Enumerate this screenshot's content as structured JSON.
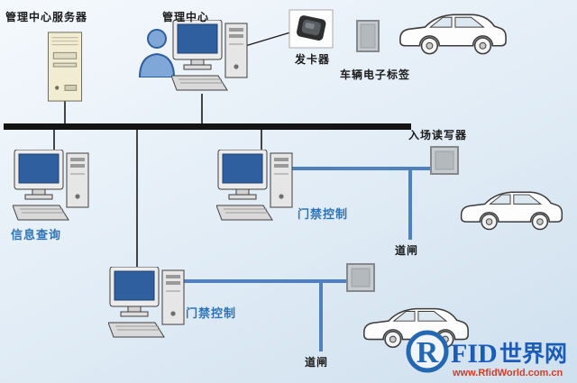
{
  "colors": {
    "background_top": "#f5f9fd",
    "background_bottom": "#cfe0ee",
    "bus_line": "#141414",
    "blue_line": "#4f81bd",
    "label_black": "#1a1a1a",
    "label_blue": "#2e74b5",
    "screen_blue": "#2f5f9e",
    "logo_blue": "#1b5cb8",
    "logo_red": "#d93a21"
  },
  "nodes": {
    "server": {
      "label": "管理中心服务器"
    },
    "management": {
      "label": "管理中心"
    },
    "card_issuer": {
      "label": "发卡器"
    },
    "vehicle_tag": {
      "label": "车辆电子标签"
    },
    "info_query": {
      "label": "信息查询"
    },
    "access_control_1": {
      "label": "门禁控制"
    },
    "access_control_2": {
      "label": "门禁控制"
    },
    "entrance_reader": {
      "label": "入场读写器"
    },
    "barrier_1": {
      "label": "道闸"
    },
    "barrier_2": {
      "label": "道闸"
    }
  },
  "logo": {
    "r": "R",
    "fid": "FID",
    "suffix": "世界网",
    "url": "www.RfidWorld.com.cn"
  }
}
